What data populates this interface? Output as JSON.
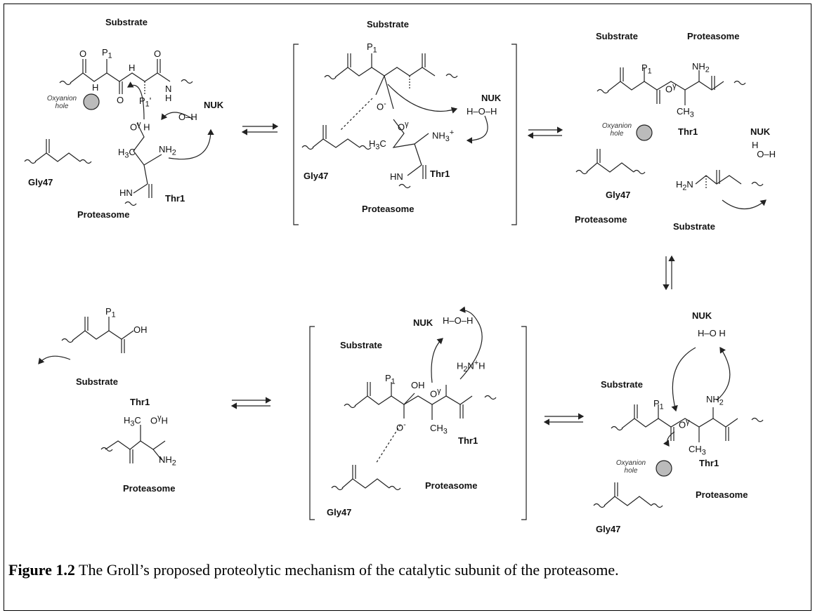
{
  "labels": {
    "substrate": "Substrate",
    "proteasome": "Proteasome",
    "nuk": "NUK",
    "gly47": "Gly47",
    "thr1": "Thr1",
    "oxyanion_hole": "Oxyanion hole"
  },
  "caption": {
    "label": "Figure 1.2",
    "text": " The Groll’s proposed proteolytic mechanism of the catalytic subunit of the proteasome."
  }
}
